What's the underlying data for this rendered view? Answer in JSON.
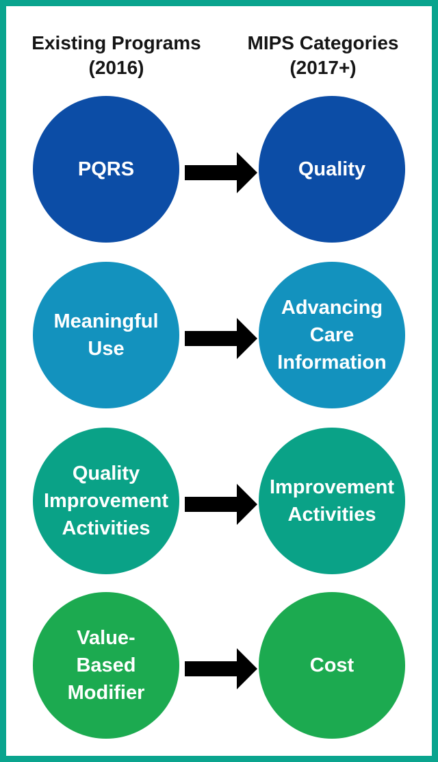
{
  "diagram": {
    "left_column_header": "Existing Programs\n(2016)",
    "right_column_header": "MIPS Categories\n(2017+)",
    "border_color": "#0aa48e",
    "background_color": "#ffffff",
    "arrow_color": "#000000",
    "header_text_color": "#151515",
    "circle_text_color": "#ffffff",
    "rows": [
      {
        "source": "PQRS",
        "target": "Quality",
        "color": "#0c4da6"
      },
      {
        "source": "Meaningful\nUse",
        "target": "Advancing\nCare\nInformation",
        "color": "#1392be"
      },
      {
        "source": "Quality\nImprovement\nActivities",
        "target": "Improvement\nActivities",
        "color": "#0aa287"
      },
      {
        "source": "Value-\nBased\nModifier",
        "target": "Cost",
        "color": "#1caa50"
      }
    ]
  }
}
